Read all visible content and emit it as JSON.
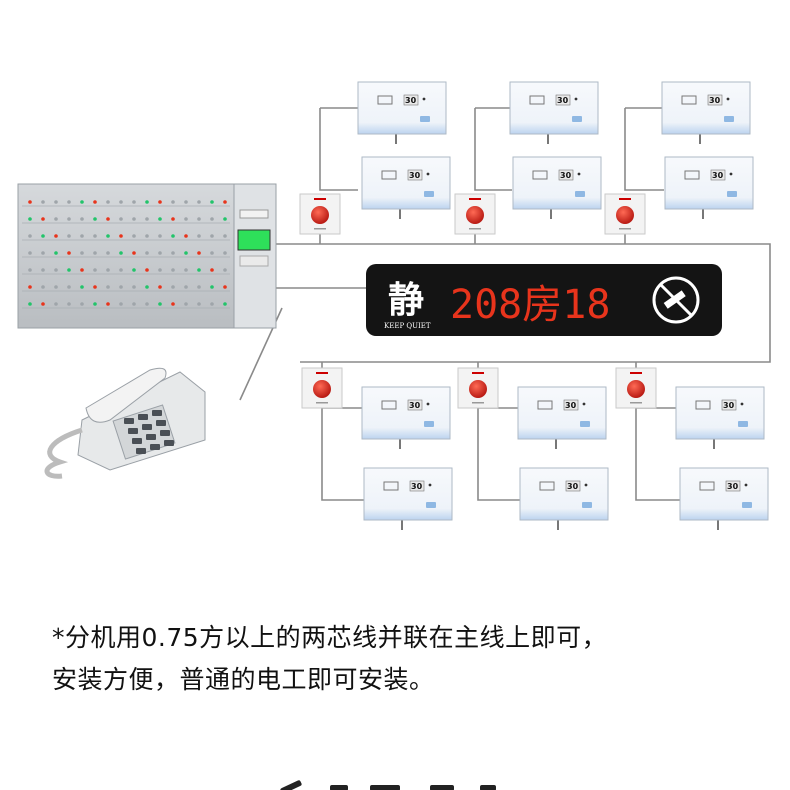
{
  "display": {
    "big_char": "静",
    "subtitle": "KEEP QUIET",
    "room_text": "208房18"
  },
  "extension_unit": {
    "number": "30"
  },
  "caption": {
    "line1": "*分机用0.75方以上的两芯线并联在主线上即可，",
    "line2": "安装方便，普通的电工即可安装。"
  },
  "colors": {
    "led_red": "#e8341c",
    "led_green": "#22c46a",
    "panel_gray": "#c8ccd0",
    "unit_blue": "#cfe0f5",
    "button_red": "#d8201a",
    "display_bg": "#141414",
    "wire": "#888888"
  },
  "icons": {
    "no_smoking": "no-smoking-icon",
    "phone": "telephone-icon"
  }
}
